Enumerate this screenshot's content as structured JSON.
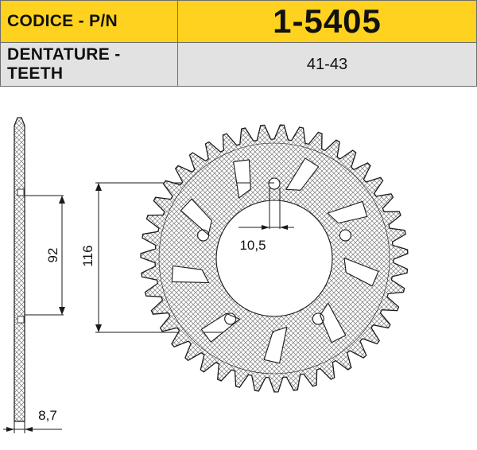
{
  "header": {
    "code_label": "CODICE - P/N",
    "part_number": "1-5405",
    "teeth_label": "DENTATURE - TEETH",
    "teeth_value": "41-43"
  },
  "drawing": {
    "dim_bolt_hole": "10,5",
    "dim_bolt_circle": "116",
    "dim_center_bore": "92",
    "dim_thickness": "8,7",
    "teeth_count": 43,
    "slot_count": 9,
    "bolt_hole_count": 5
  },
  "colors": {
    "header_yellow": "#ffd21f",
    "header_grey": "#e2e2e2",
    "line": "#1a1a1a"
  }
}
